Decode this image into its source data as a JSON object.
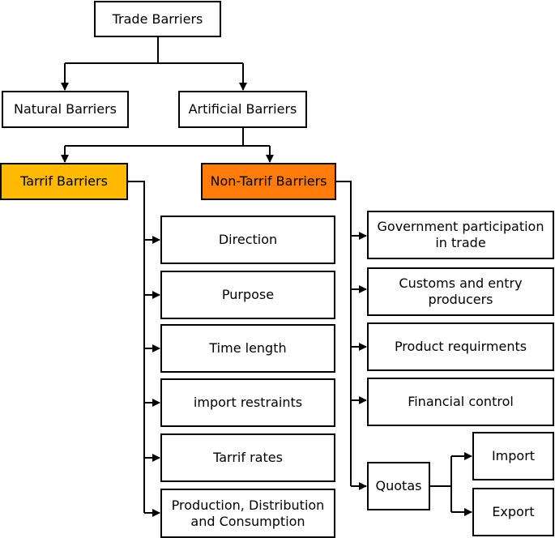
{
  "colors": {
    "tarif_fill": "#FDBA00",
    "nontarif_fill": "#FF7C0A",
    "line": "#000000",
    "box_fill": "#FFFFFF"
  },
  "nodes": {
    "trade_barriers": "Trade Barriers",
    "natural_barriers": "Natural Barriers",
    "artificial_barriers": "Artificial Barriers",
    "tarif_barriers": "Tarrif Barriers",
    "non_tarif_barriers": "Non-Tarrif Barriers",
    "tarif_items": [
      "Direction",
      "Purpose",
      "Time length",
      "import restraints",
      "Tarrif rates",
      "Production, Distribution\nand Consumption"
    ],
    "non_tarif_items": [
      "Government participation\nin trade",
      "Customs and entry\nproducers",
      "Product requirments",
      "Financial control"
    ],
    "quotas": "Quotas",
    "quota_items": [
      "Import",
      "Export"
    ]
  }
}
